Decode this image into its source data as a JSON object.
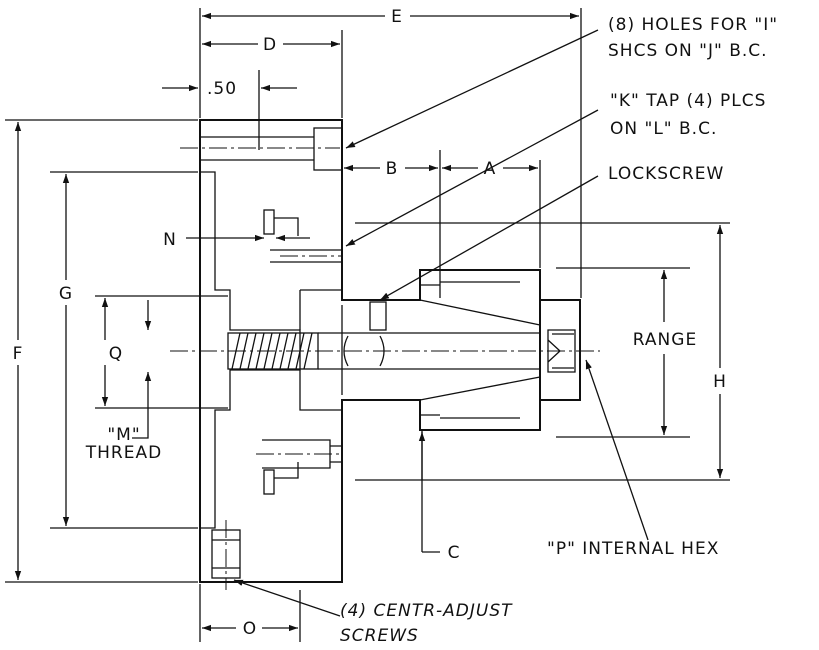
{
  "labels": {
    "e": "E",
    "d": "D",
    "p50": ".50",
    "holes_1": "(8) HOLES FOR \"I\"",
    "holes_2": "SHCS ON \"J\" B.C.",
    "tap_1": "\"K\" TAP (4) PLCS",
    "tap_2": "ON \"L\" B.C.",
    "b": "B",
    "a": "A",
    "lockscrew": "LOCKSCREW",
    "n": "N",
    "g": "G",
    "f": "F",
    "q": "Q",
    "range": "RANGE",
    "h": "H",
    "m_1": "\"M\"",
    "m_2": "THREAD",
    "c": "C",
    "p_hex": "\"P\" INTERNAL HEX",
    "o": "O",
    "centr_1": "(4) CENTR-ADJUST",
    "centr_2": "SCREWS"
  }
}
